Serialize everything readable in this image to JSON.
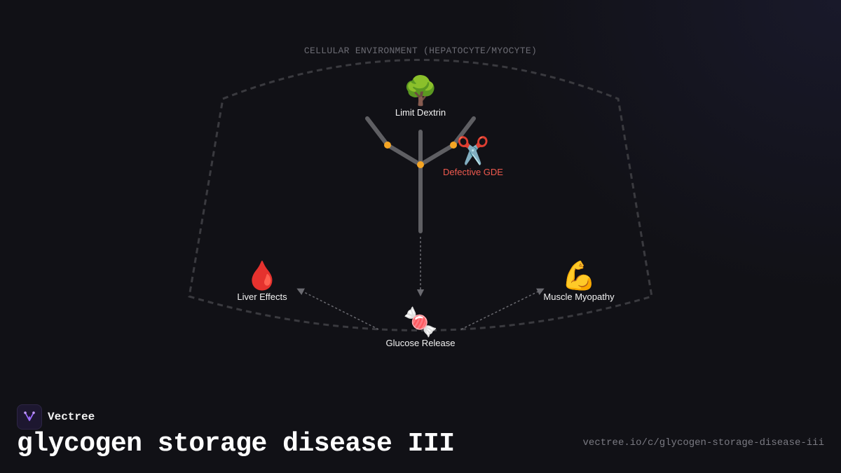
{
  "diagram": {
    "environment_label": "CELLULAR ENVIRONMENT (HEPATOCYTE/MYOCYTE)",
    "nodes": {
      "limit_dextrin": {
        "icon": "deciduous-tree-icon",
        "glyph": "🌳",
        "label": "Limit Dextrin"
      },
      "defective_gde": {
        "icon": "scissors-icon",
        "glyph": "✂️",
        "label": "Defective GDE",
        "color": "#f05a4f"
      },
      "liver_effects": {
        "icon": "blood-drop-icon",
        "glyph": "🩸",
        "label": "Liver Effects"
      },
      "glucose_release": {
        "icon": "candy-icon",
        "glyph": "🍬",
        "label": "Glucose Release"
      },
      "muscle_myopathy": {
        "icon": "flexed-biceps-icon",
        "glyph": "💪",
        "label": "Muscle Myopathy"
      }
    },
    "colors": {
      "branch": "#5f5f63",
      "branch_point": "#f5a524",
      "boundary": "#3a3a3f",
      "arrow": "#6a6a70",
      "danger": "#f05a4f"
    }
  },
  "footer": {
    "brand_name": "Vectree",
    "title": "glycogen storage disease III",
    "url": "vectree.io/c/glycogen-storage-disease-iii"
  }
}
